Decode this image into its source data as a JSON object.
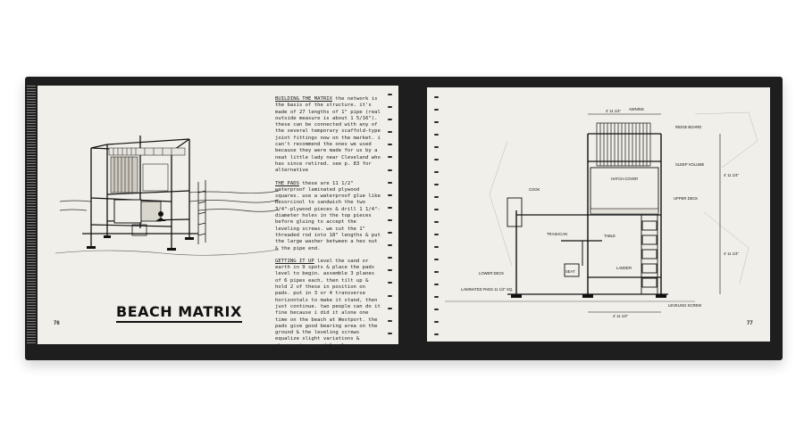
{
  "left_page": {
    "page_number": "76",
    "title": "BEACH MATRIX",
    "paragraphs": [
      {
        "heading": "BUILDING THE MATRIX",
        "text": "the network is the basis of the structure. it's made of 27 lengths of 1\" pipe (real outside measure is about 1 5/16\"). these can be connected with any of the several temporary scaffold-type joint fittings now on the market. i can't recommend the ones we used because they were made for us by a neat little lady near Cleveland who has since retired. see p. 83 for alternative"
      },
      {
        "heading": "THE PADS",
        "text": "these are 11 1/2\" waterproof laminated plywood squares. use a waterproof glue like Resorcinol to sandwich the two 3/4\"-plywood pieces & drill 1 1/4\"-diameter holes in the top pieces before gluing to accept the leveling screws. we cut the 1\" threaded rod into 18\" lengths & put the large washer between a hex nut & the pipe end."
      },
      {
        "heading": "GETTING IT UP",
        "text": "level the sand or earth in 9 spots & place the pads level to begin. assemble 3 planes of 6 pipes each, then tilt up & hold 2 of these in position on pads. put in 3 or 4 transverse horizontals to make it stand, then just continue. two people can do it fine because i did it alone one time on the beach at Westport. the pads give good bearing area on the ground & the leveling screws equalize slight variations & changes in ground level."
      }
    ]
  },
  "right_page": {
    "page_number": "77",
    "drawing_labels": {
      "awning": "AWNING",
      "ridge_board": "RIDGE BOARD",
      "sleep_volume": "SLEEP VOLUME",
      "hatch_cover": "HATCH COVER",
      "upper_deck": "UPPER DECK",
      "cook": "COOK",
      "trashcan": "TRASHCAN",
      "table": "TABLE",
      "seat": "SEAT",
      "ladder": "LADDER",
      "lower_deck": "LOWER DECK",
      "laminated_pads": "LAMINATED PADS 11 1/2\" SQ.",
      "leveling_screw": "LEVELING SCREW",
      "dim_top": "4' 11 1/4\"",
      "dim_bottom": "4' 11 1/4\"",
      "dim_upper": "4' 11 1/4\"",
      "dim_lower": "4' 11 1/4\""
    }
  }
}
